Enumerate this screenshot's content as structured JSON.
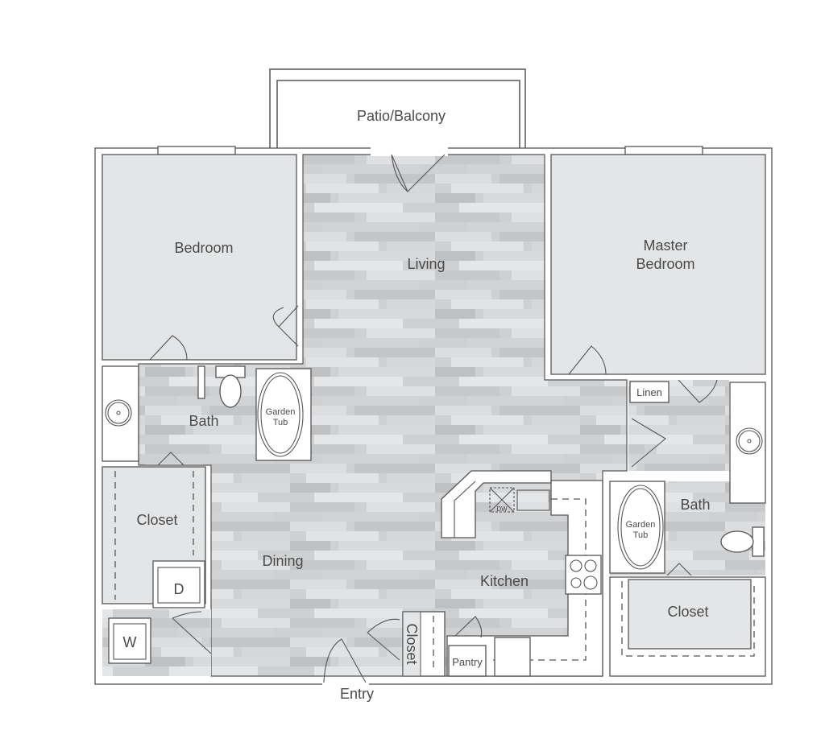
{
  "floorplan": {
    "rooms": {
      "patio": "Patio/Balcony",
      "bedroom": "Bedroom",
      "living": "Living",
      "master_line1": "Master",
      "master_line2": "Bedroom",
      "bath_left": "Bath",
      "bath_right": "Bath",
      "tub_left_line1": "Garden",
      "tub_left_line2": "Tub",
      "tub_right_line1": "Garden",
      "tub_right_line2": "Tub",
      "linen": "Linen",
      "closet_left": "Closet",
      "closet_right": "Closet",
      "closet_entry": "Closet",
      "dining": "Dining",
      "kitchen": "Kitchen",
      "pantry": "Pantry",
      "dryer": "D",
      "washer": "W",
      "dishwasher": "DW",
      "entry": "Entry"
    },
    "colors": {
      "floor": "#cfd0d2",
      "room_fill": "#e4e5e6",
      "wall": "#555555"
    }
  }
}
